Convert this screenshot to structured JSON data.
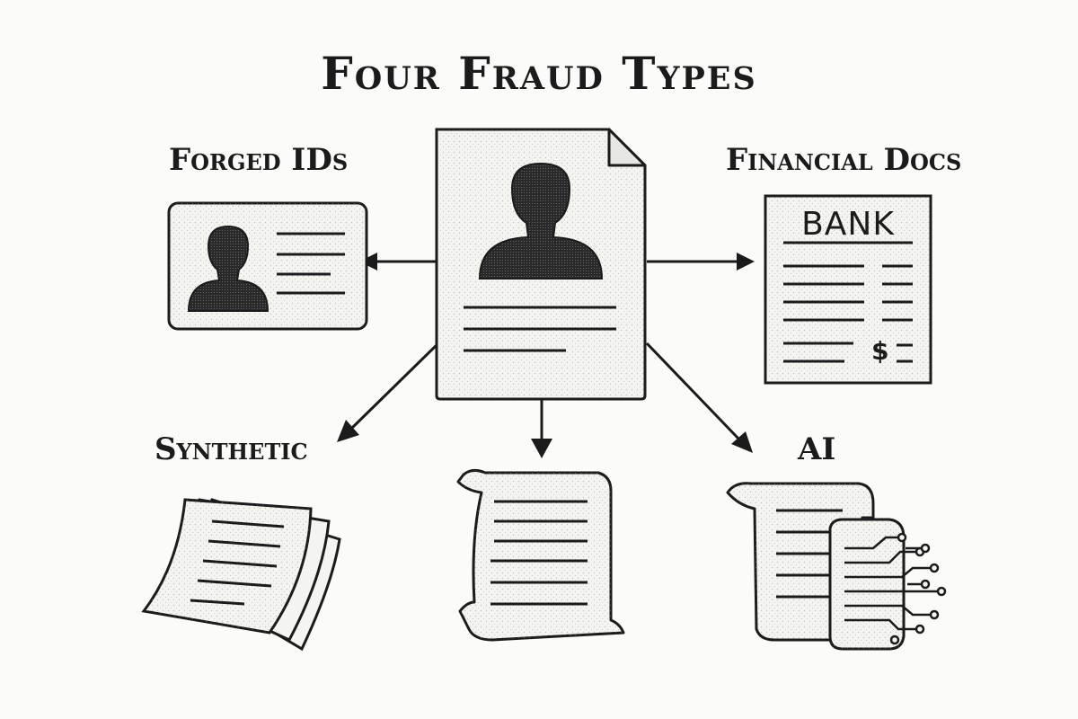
{
  "title": "Four Fraud Types",
  "labels": {
    "forged_ids": "Forged IDs",
    "financial_docs": "Financial Docs",
    "synthetic": "Synthetic",
    "ai": "AI"
  },
  "bank_doc": {
    "header": "BANK",
    "currency_symbol": "$"
  },
  "colors": {
    "ink": "#1b1b1b",
    "paper": "#f4f4f1",
    "stipple": "#8a8a8a",
    "background": "#fbfbf9"
  },
  "icons": [
    "profile-document-icon",
    "id-card-icon",
    "bank-statement-icon",
    "stacked-papers-icon",
    "scroll-document-icon",
    "ai-circuit-document-icon"
  ]
}
